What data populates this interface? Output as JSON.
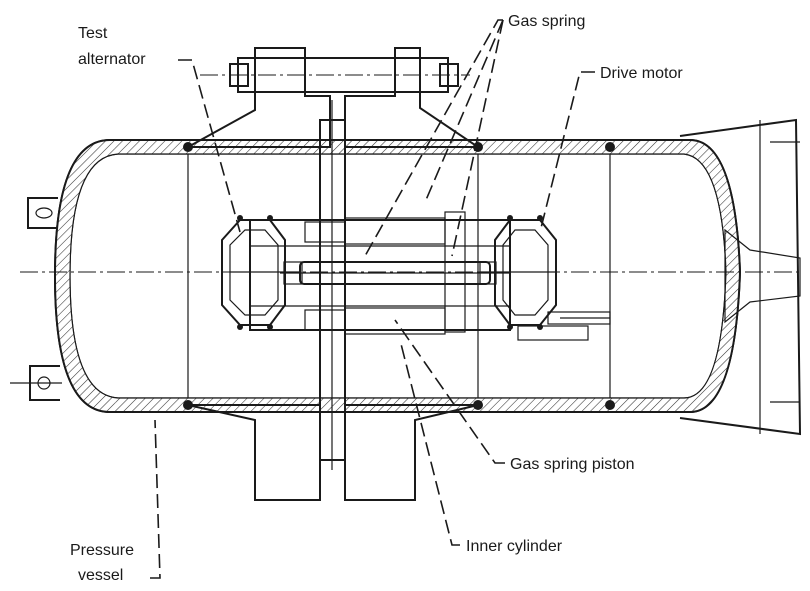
{
  "labels": {
    "test_alternator_line1": "Test",
    "test_alternator_line2": "alternator",
    "gas_spring": "Gas spring",
    "drive_motor": "Drive motor",
    "gas_spring_piston": "Gas spring piston",
    "inner_cylinder": "Inner cylinder",
    "pressure_vessel_line1": "Pressure",
    "pressure_vessel_line2": "vessel"
  },
  "colors": {
    "ink": "#1a1a1a",
    "paper": "#ffffff",
    "hatch": "#333333"
  }
}
